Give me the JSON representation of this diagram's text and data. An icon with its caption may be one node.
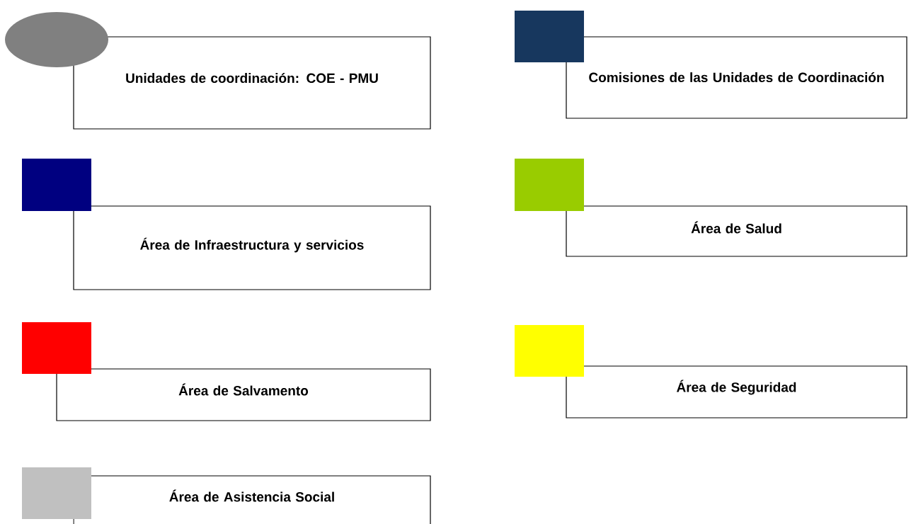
{
  "diagram": {
    "legend": [
      {
        "text": "Unidades de coordinación: COE - PMU",
        "color": "#808080"
      },
      {
        "text": "Comisiones de las Unidades de Coordinación",
        "color": "#17375e"
      },
      {
        "text": "Área de Infraestructura y servicios",
        "color": "#000080"
      },
      {
        "text": "Área de Salud",
        "color": "#99cc00"
      },
      {
        "text": "Área de Salvamento",
        "color": "#ff0000"
      },
      {
        "text": "Área de Seguridad",
        "color": "#ffff00"
      },
      {
        "text": "Área de Asistencia Social",
        "color": "#c0c0c0"
      }
    ]
  }
}
